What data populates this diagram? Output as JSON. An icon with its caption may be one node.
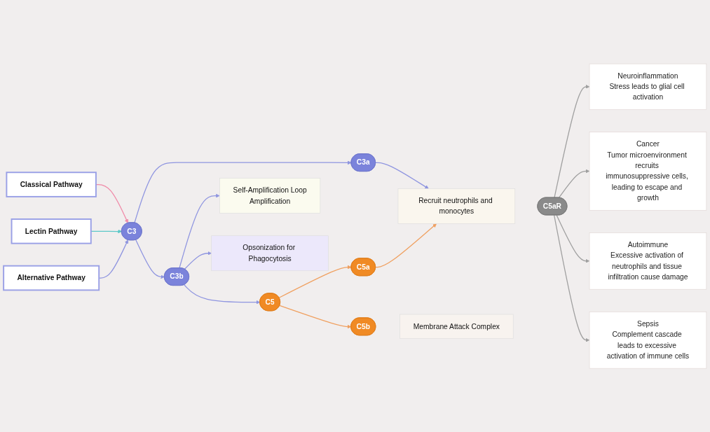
{
  "diagram": {
    "nodes": [
      {
        "text": [
          "Classical Pathway"
        ]
      },
      {
        "text": [
          "Lectin Pathway"
        ]
      },
      {
        "text": [
          "Alternative Pathway"
        ]
      },
      {
        "text": [
          "C3"
        ]
      },
      {
        "text": [
          "C3a"
        ]
      },
      {
        "text": [
          "C3b"
        ]
      },
      {
        "text": [
          "C5"
        ]
      },
      {
        "text": [
          "Recruit neutrophils and monocytes"
        ]
      },
      {
        "text": [
          "C5a"
        ]
      },
      {
        "text": [
          "C5b"
        ]
      },
      {
        "text": [
          "C5aR"
        ]
      },
      {
        "text": [
          "Neuroinflammation",
          "Stress leads to glial cell activation"
        ]
      },
      {
        "text": [
          "Cancer",
          "Tumor microenvironment recruits immunosuppressive cells, leading to escape and growth"
        ]
      },
      {
        "text": [
          "Autoimmune",
          "Excessive activation of neutrophils and tissue infiltration cause damage"
        ]
      },
      {
        "text": [
          "Sepsis",
          "Complement cascade leads to excessive activation of immune cells"
        ]
      },
      {
        "text": [
          "Self-Amplification Loop",
          "Amplification"
        ]
      },
      {
        "text": [
          "Opsonization for Phagocytosis"
        ]
      },
      {
        "text": [
          "Membrane Attack Complex"
        ]
      }
    ],
    "edges": [
      {
        "from": 0,
        "to": 3,
        "arrow": "to",
        "color": "#f08aa8"
      },
      {
        "from": 1,
        "to": 3,
        "arrow": "to",
        "color": "#5cc8c8"
      },
      {
        "from": 2,
        "to": 3,
        "arrow": "to"
      },
      {
        "from": 3,
        "to": 4,
        "arrow": "to"
      },
      {
        "from": 3,
        "to": 5,
        "arrow": "to"
      },
      {
        "from": 4,
        "to": 7,
        "arrow": "to"
      },
      {
        "from": 5,
        "to": 15,
        "arrow": "to"
      },
      {
        "from": 5,
        "to": 16,
        "arrow": "to"
      },
      {
        "from": 5,
        "to": 6,
        "arrow": "to"
      },
      {
        "from": 6,
        "to": 8,
        "arrow": "to",
        "color": "#f0a060"
      },
      {
        "from": 6,
        "to": 9,
        "arrow": "to",
        "color": "#f0a060"
      },
      {
        "from": 8,
        "to": 7,
        "arrow": "to",
        "color": "#f0a060"
      },
      {
        "from": 10,
        "to": 11,
        "arrow": "to",
        "color": "#a0a0a0"
      },
      {
        "from": 10,
        "to": 12,
        "arrow": "to",
        "color": "#a0a0a0"
      },
      {
        "from": 10,
        "to": 13,
        "arrow": "to",
        "color": "#a0a0a0"
      },
      {
        "from": 10,
        "to": 14,
        "arrow": "to",
        "color": "#a0a0a0"
      }
    ]
  }
}
